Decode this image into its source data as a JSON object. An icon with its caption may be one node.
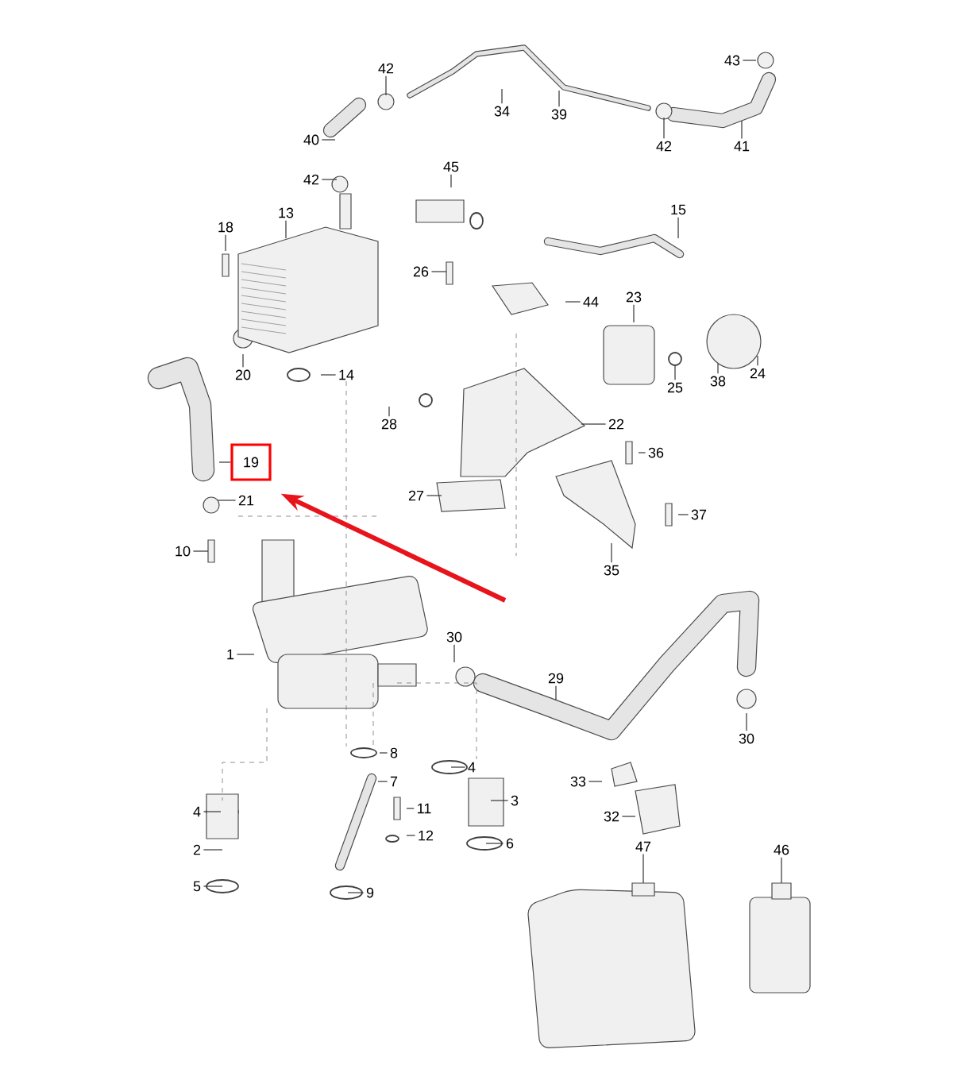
{
  "diagram": {
    "nodes": [
      {
        "text": [
          "42"
        ]
      },
      {
        "text": [
          "34"
        ]
      },
      {
        "text": [
          "39"
        ]
      },
      {
        "text": [
          "43"
        ]
      },
      {
        "text": [
          "40"
        ]
      },
      {
        "text": [
          "42"
        ]
      },
      {
        "text": [
          "41"
        ]
      },
      {
        "text": [
          "42"
        ]
      },
      {
        "text": [
          "45"
        ]
      },
      {
        "text": [
          "15"
        ]
      },
      {
        "text": [
          "18"
        ]
      },
      {
        "text": [
          "13"
        ]
      },
      {
        "text": [
          "26"
        ]
      },
      {
        "text": [
          "44"
        ]
      },
      {
        "text": [
          "23"
        ]
      },
      {
        "text": [
          "20"
        ]
      },
      {
        "text": [
          "14"
        ]
      },
      {
        "text": [
          "25"
        ]
      },
      {
        "text": [
          "38"
        ]
      },
      {
        "text": [
          "24"
        ]
      },
      {
        "text": [
          "28"
        ]
      },
      {
        "text": [
          "22"
        ]
      },
      {
        "text": [
          "19"
        ]
      },
      {
        "text": [
          "36"
        ]
      },
      {
        "text": [
          "21"
        ]
      },
      {
        "text": [
          "27"
        ]
      },
      {
        "text": [
          "37"
        ]
      },
      {
        "text": [
          "35"
        ]
      },
      {
        "text": [
          "10"
        ]
      },
      {
        "text": [
          "30"
        ]
      },
      {
        "text": [
          "29"
        ]
      },
      {
        "text": [
          "1"
        ]
      },
      {
        "text": [
          "30"
        ]
      },
      {
        "text": [
          "8"
        ]
      },
      {
        "text": [
          "4"
        ]
      },
      {
        "text": [
          "7"
        ]
      },
      {
        "text": [
          "33"
        ]
      },
      {
        "text": [
          "3"
        ]
      },
      {
        "text": [
          "11"
        ]
      },
      {
        "text": [
          "32"
        ]
      },
      {
        "text": [
          "4"
        ]
      },
      {
        "text": [
          "47"
        ]
      },
      {
        "text": [
          "46"
        ]
      },
      {
        "text": [
          "12"
        ]
      },
      {
        "text": [
          "2"
        ]
      },
      {
        "text": [
          "6"
        ]
      },
      {
        "text": [
          "5"
        ]
      },
      {
        "text": [
          "9"
        ]
      }
    ],
    "edges": [
      {
        "from": 0,
        "to": null,
        "arrow": "none"
      },
      {
        "from": 1,
        "to": null,
        "arrow": "none"
      },
      {
        "from": 2,
        "to": null,
        "arrow": "none"
      },
      {
        "from": 3,
        "to": null,
        "arrow": "none"
      },
      {
        "from": 4,
        "to": null,
        "arrow": "none"
      },
      {
        "from": 5,
        "to": null,
        "arrow": "none"
      },
      {
        "from": 6,
        "to": null,
        "arrow": "none"
      },
      {
        "from": 7,
        "to": null,
        "arrow": "none"
      },
      {
        "from": 8,
        "to": null,
        "arrow": "none"
      },
      {
        "from": 9,
        "to": null,
        "arrow": "none"
      },
      {
        "from": 10,
        "to": null,
        "arrow": "none"
      },
      {
        "from": 11,
        "to": null,
        "arrow": "none"
      },
      {
        "from": 12,
        "to": null,
        "arrow": "none"
      },
      {
        "from": 13,
        "to": null,
        "arrow": "none"
      },
      {
        "from": 14,
        "to": null,
        "arrow": "none"
      },
      {
        "from": 15,
        "to": null,
        "arrow": "none"
      },
      {
        "from": 16,
        "to": null,
        "arrow": "none"
      },
      {
        "from": 17,
        "to": null,
        "arrow": "none"
      },
      {
        "from": 18,
        "to": null,
        "arrow": "none"
      },
      {
        "from": 19,
        "to": null,
        "arrow": "none"
      },
      {
        "from": 20,
        "to": null,
        "arrow": "none"
      },
      {
        "from": 21,
        "to": null,
        "arrow": "none"
      },
      {
        "from": 22,
        "to": null,
        "arrow": "none"
      },
      {
        "from": 23,
        "to": null,
        "arrow": "none"
      },
      {
        "from": 24,
        "to": null,
        "arrow": "none"
      },
      {
        "from": 25,
        "to": null,
        "arrow": "none"
      },
      {
        "from": 26,
        "to": null,
        "arrow": "none"
      },
      {
        "from": 27,
        "to": null,
        "arrow": "none"
      },
      {
        "from": 28,
        "to": null,
        "arrow": "none"
      },
      {
        "from": 29,
        "to": null,
        "arrow": "none"
      },
      {
        "from": 30,
        "to": null,
        "arrow": "none"
      },
      {
        "from": 31,
        "to": null,
        "arrow": "none"
      },
      {
        "from": 32,
        "to": null,
        "arrow": "none"
      },
      {
        "from": 33,
        "to": null,
        "arrow": "none"
      },
      {
        "from": 34,
        "to": null,
        "arrow": "none"
      },
      {
        "from": 35,
        "to": null,
        "arrow": "none"
      },
      {
        "from": 36,
        "to": null,
        "arrow": "none"
      },
      {
        "from": 37,
        "to": null,
        "arrow": "none"
      },
      {
        "from": 38,
        "to": null,
        "arrow": "none"
      },
      {
        "from": 39,
        "to": null,
        "arrow": "none"
      },
      {
        "from": 40,
        "to": null,
        "arrow": "none"
      },
      {
        "from": 41,
        "to": null,
        "arrow": "none"
      },
      {
        "from": 42,
        "to": null,
        "arrow": "none"
      },
      {
        "from": 43,
        "to": null,
        "arrow": "none"
      },
      {
        "from": 44,
        "to": null,
        "arrow": "none"
      },
      {
        "from": 45,
        "to": null,
        "arrow": "none"
      },
      {
        "from": 46,
        "to": null,
        "arrow": "none"
      },
      {
        "from": 47,
        "to": null,
        "arrow": "none"
      },
      {
        "from": null,
        "to": 22,
        "arrow": "to",
        "style": "thick",
        "color": "#e8141c"
      }
    ]
  }
}
